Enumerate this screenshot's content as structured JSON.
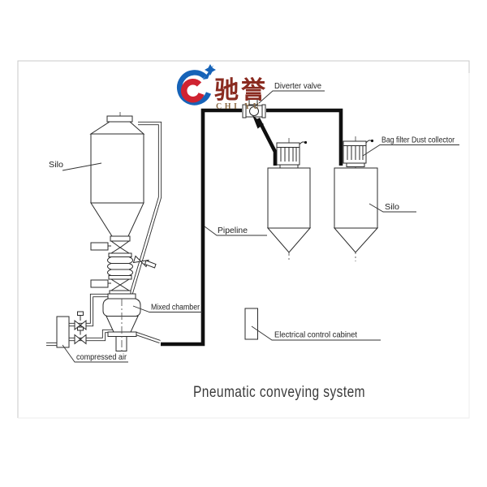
{
  "logo": {
    "name_cn": "驰誉",
    "name_en": "CHI YU",
    "icon": "swirl-star-logo",
    "colors": {
      "red": "#cf2331",
      "blue": "#1663b8",
      "cn_text": "#8a2b20",
      "en_text": "#8a6a44"
    }
  },
  "labels": {
    "silo_left": "Silo",
    "diverter_valve": "Diverter valve",
    "pipeline": "Pipeline",
    "bag_filter": "Bag filter Dust collector",
    "silo_right": "Silo",
    "mixed_chamber": "Mixed chamber",
    "compressed_air": "compressed air",
    "electrical_cabinet": "Electrical control cabinet"
  },
  "title": "Pneumatic conveying system",
  "diagram": {
    "line_color": "#2b2b2b",
    "pipe_color": "#101010",
    "frame_color": "#c9c9c9",
    "background": "#ffffff"
  }
}
